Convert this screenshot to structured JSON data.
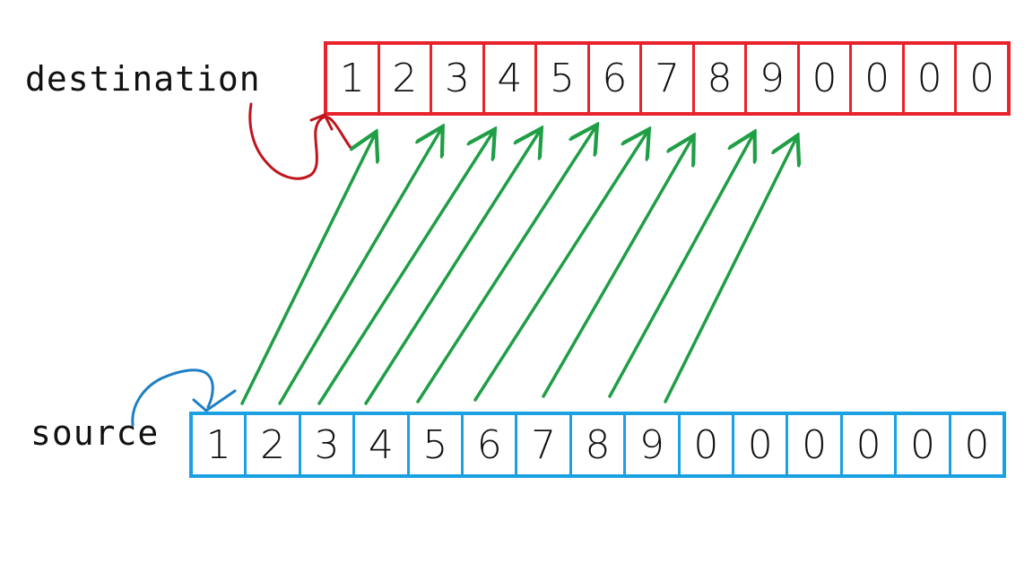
{
  "destination": {
    "label": "destination",
    "cells": [
      "1",
      "2",
      "3",
      "4",
      "5",
      "6",
      "7",
      "8",
      "9",
      "0",
      "0",
      "0",
      "0"
    ]
  },
  "source": {
    "label": "source",
    "cells": [
      "1",
      "2",
      "3",
      "4",
      "5",
      "6",
      "7",
      "8",
      "9",
      "0",
      "0",
      "0",
      "0",
      "0",
      "0"
    ]
  },
  "colors": {
    "destination": "#e8232c",
    "source": "#1ba1e2",
    "arrow": "#1f9e45",
    "pointer_destination": "#c0151c",
    "pointer_source": "#1f7fc4"
  },
  "icons": {
    "destination_pointer": "curved-arrow-icon",
    "source_pointer": "curved-arrow-icon",
    "copy_arrows": "diagonal-arrow-icon"
  }
}
